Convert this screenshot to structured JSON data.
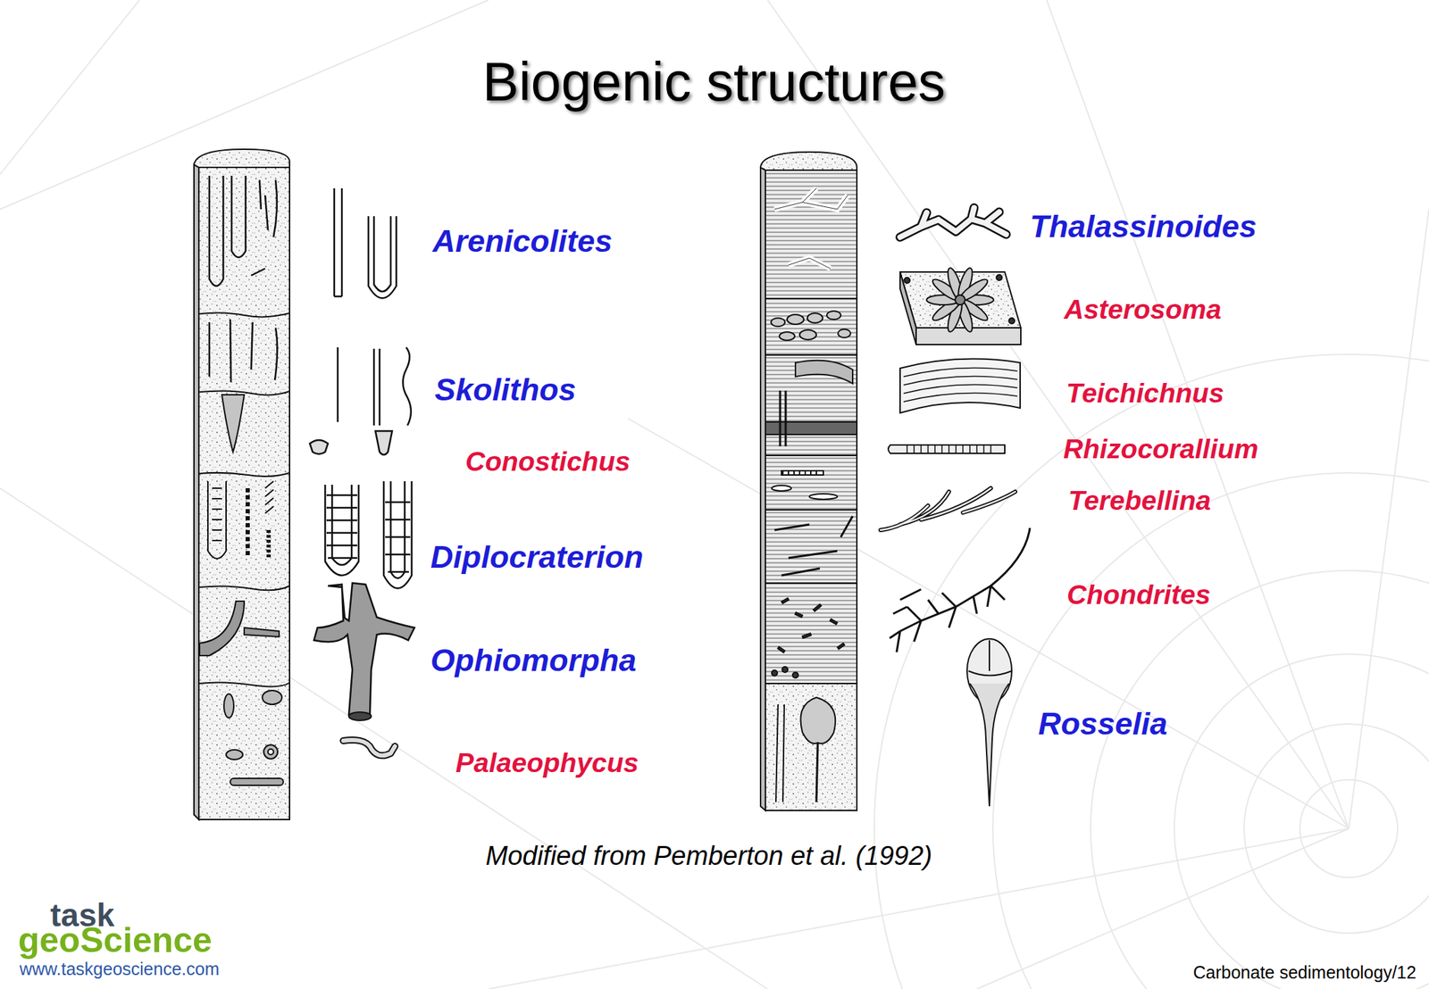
{
  "diagram": {
    "title": "Biogenic structures",
    "caption": "Modified from Pemberton et al. (1992)",
    "labels": [
      "Arenicolites",
      "Skolithos",
      "Conostichus",
      "Diplocraterion",
      "Ophiomorpha",
      "Palaeophycus",
      "Thalassinoides",
      "Asterosoma",
      "Teichichnus",
      "Rhizocorallium",
      "Terebellina",
      "Chondrites",
      "Rosselia",
      "task",
      "geoScience",
      "www.taskgeoscience.com",
      "Carbonate sedimentology/12"
    ]
  }
}
